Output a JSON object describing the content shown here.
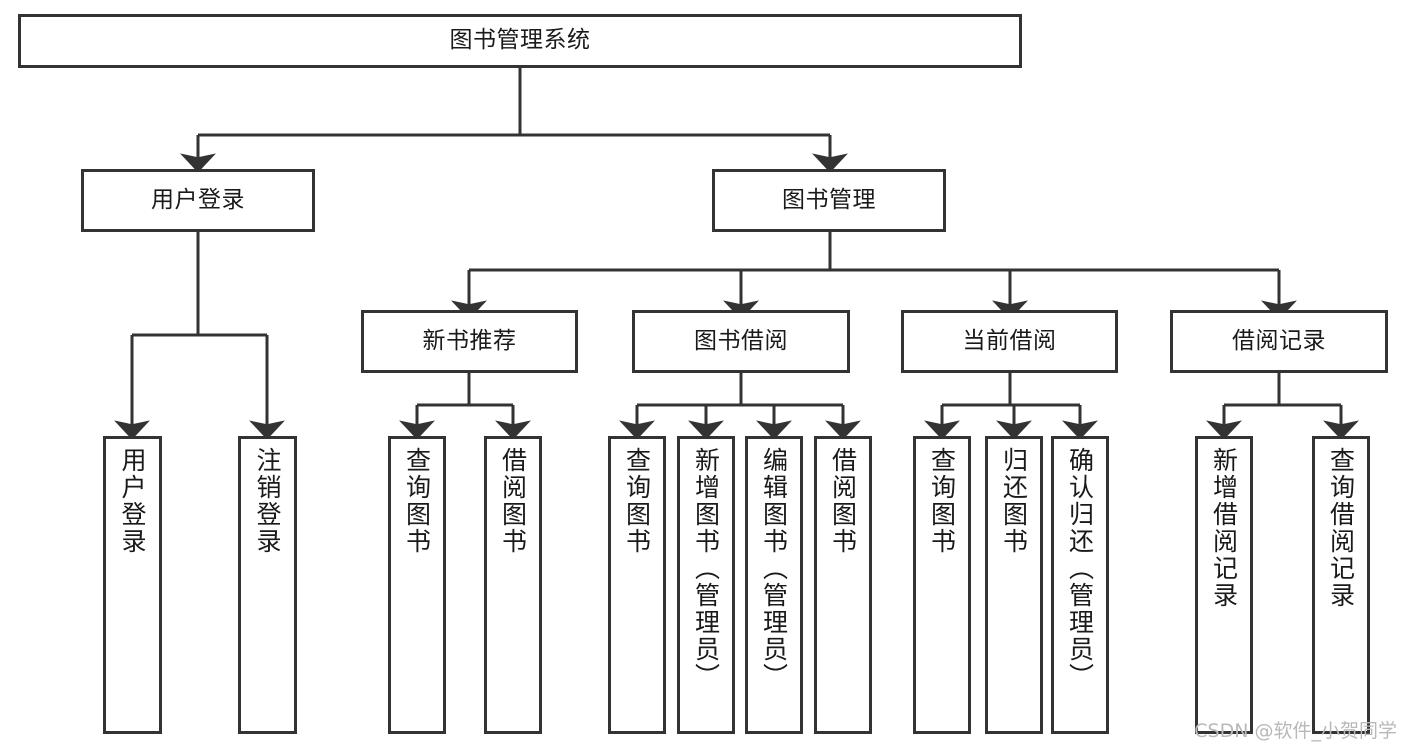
{
  "diagram": {
    "type": "tree",
    "title": "图书管理系统",
    "watermark": "CSDN @软件_小贺同学",
    "colors": {
      "box_border": "#333333",
      "box_fill": "#ffffff",
      "connector": "#333333",
      "text": "#1a1a1a",
      "watermark": "#b9b9b9"
    },
    "nodes": {
      "root": {
        "label": "图书管理系统"
      },
      "level2": [
        {
          "label": "用户登录"
        },
        {
          "label": "图书管理"
        }
      ],
      "level3": [
        {
          "label": "新书推荐"
        },
        {
          "label": "图书借阅"
        },
        {
          "label": "当前借阅"
        },
        {
          "label": "借阅记录"
        }
      ],
      "leaves": {
        "user_login": [
          {
            "label": "用户登录"
          },
          {
            "label": "注销登录"
          }
        ],
        "new_book_recommend": [
          {
            "label": "查询图书"
          },
          {
            "label": "借阅图书"
          }
        ],
        "book_borrow": [
          {
            "label": "查询图书"
          },
          {
            "label": "新增图书（管理员）"
          },
          {
            "label": "编辑图书（管理员）"
          },
          {
            "label": "借阅图书"
          }
        ],
        "current_borrow": [
          {
            "label": "查询图书"
          },
          {
            "label": "归还图书"
          },
          {
            "label": "确认归还（管理员）"
          }
        ],
        "borrow_record": [
          {
            "label": "新增借阅记录"
          },
          {
            "label": "查询借阅记录"
          }
        ]
      }
    }
  }
}
